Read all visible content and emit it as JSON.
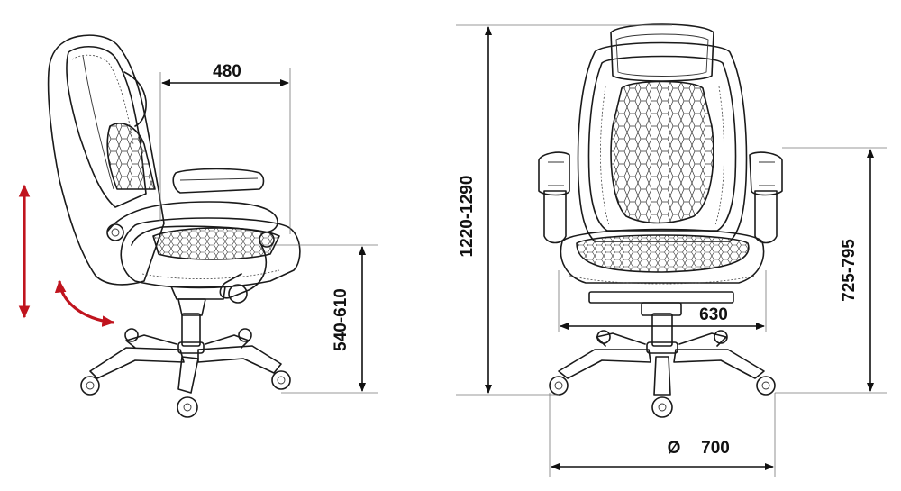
{
  "dimensions": {
    "depth": "480",
    "seat_height": "540-610",
    "total_height": "1220-1290",
    "armrest_height": "725-795",
    "width": "630",
    "base_diameter_symbol": "Ø",
    "base_diameter": "700"
  },
  "colors": {
    "outline": "#1a1a1a",
    "indicator_red": "#c0141e"
  },
  "icons": {
    "height_adjust": "vertical-double-arrow-icon",
    "tilt_adjust": "curved-tilt-arrow-icon",
    "diameter": "diameter-symbol-icon"
  }
}
